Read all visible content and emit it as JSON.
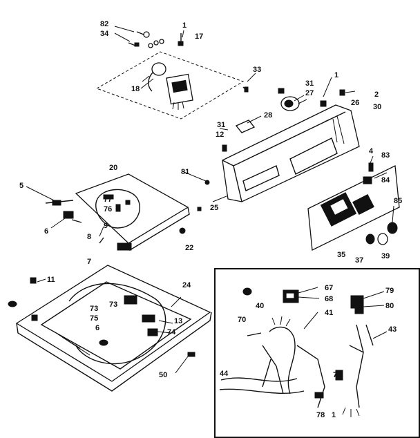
{
  "diagram": {
    "callouts": {
      "c82": "82",
      "c34": "34",
      "c1a": "1",
      "c17": "17",
      "c33": "33",
      "c18": "18",
      "c31a": "31",
      "c27": "27",
      "c1b": "1",
      "c2": "2",
      "c26": "26",
      "c30": "30",
      "c28": "28",
      "c31b": "31",
      "c12": "12",
      "c81": "81",
      "c25": "25",
      "c4": "4",
      "c83": "83",
      "c84": "84",
      "c85": "85",
      "c35": "35",
      "c37": "37",
      "c39": "39",
      "c20": "20",
      "c77": "77",
      "c76": "76",
      "c5": "5",
      "c6": "6",
      "c9": "9",
      "c8": "8",
      "c7": "7",
      "c22": "22",
      "c11": "11",
      "c24": "24",
      "c73a": "73",
      "c13": "13",
      "c75": "75",
      "c6b": "6",
      "c74": "74",
      "c73b": "73",
      "c50": "50",
      "c40": "40",
      "c67": "67",
      "c68": "68",
      "c79": "79",
      "c80": "80",
      "c70": "70",
      "c41": "41",
      "c43": "43",
      "c44": "44",
      "c71": "71",
      "c78": "78",
      "c1c": "1"
    },
    "colors": {
      "ink": "#111111",
      "paper": "#ffffff"
    }
  }
}
